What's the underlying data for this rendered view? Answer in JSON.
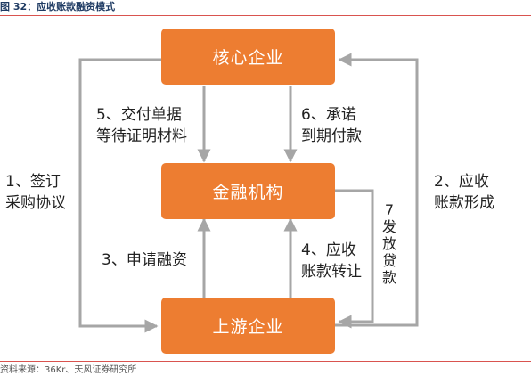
{
  "figure": {
    "title": "图 32：应收账款融资模式",
    "source": "资料来源：36Kr、天风证券研究所"
  },
  "colors": {
    "box_fill": "#ed7d31",
    "arrow": "#a6a6a6",
    "rule": "#d9534f"
  },
  "nodes": {
    "core": "核心企业",
    "finance": "金融机构",
    "upstream": "上游企业"
  },
  "edges": {
    "e1": {
      "line1": "1、签订",
      "line2": "采购协议"
    },
    "e2": {
      "line1": "2、应收",
      "line2": "账款形成"
    },
    "e3": {
      "line1": "3、申请融资"
    },
    "e4": {
      "line1": "4、应收",
      "line2": "账款转让"
    },
    "e5": {
      "line1": "5、交付单据",
      "line2": "等待证明材料"
    },
    "e6": {
      "line1": "6、承诺",
      "line2": "到期付款"
    },
    "e7": {
      "text": "7发放贷款"
    }
  }
}
